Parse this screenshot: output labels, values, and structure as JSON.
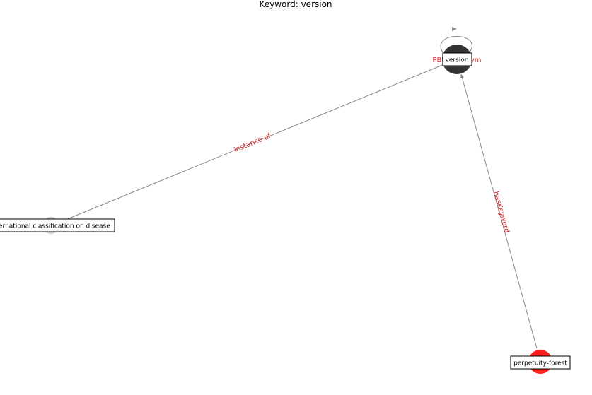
{
  "title": "Keyword: version",
  "colors": {
    "edge": "#888888",
    "edge_label": "#d62728",
    "node_version": "#333333",
    "node_disease": "#cccccc",
    "node_forest": "#ff2020"
  },
  "nodes": {
    "version": {
      "label": "version"
    },
    "disease": {
      "label": "international classification on disease"
    },
    "forest": {
      "label": "perpetuity-forest"
    }
  },
  "edges": {
    "instance_of": {
      "label": "instance of"
    },
    "has_keyword": {
      "label": "hasKeyword"
    },
    "synonym": {
      "label": "PBN synonym"
    }
  }
}
